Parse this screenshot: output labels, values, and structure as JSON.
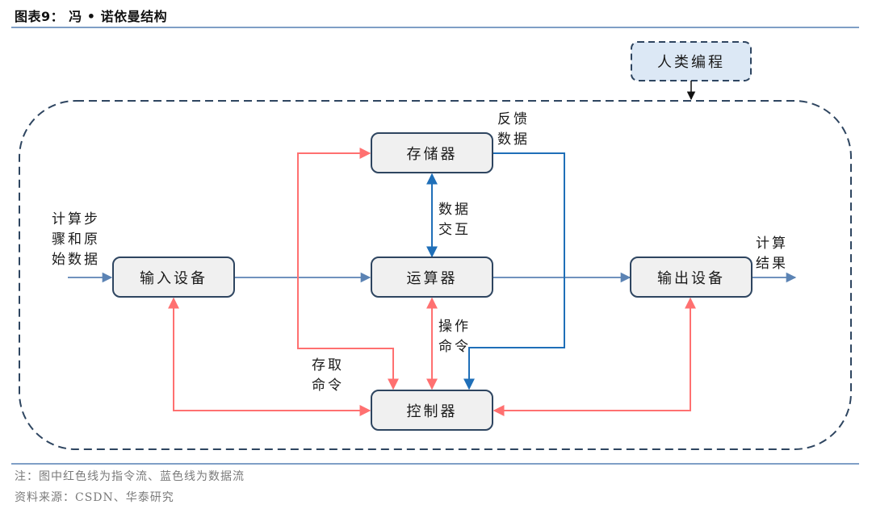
{
  "header": {
    "title": "图表9：  冯 • 诺依曼结构"
  },
  "diagram": {
    "colors": {
      "instruction_flow": "#ff7070",
      "data_flow": "#1f6fb8",
      "io_flow": "#5b83b4",
      "box_border": "#2e4560",
      "box_fill": "#f0f0f0",
      "programming_fill": "#dce8f5",
      "frame": "#2e4560"
    },
    "nodes": {
      "human_programming": "人类编程",
      "memory": "存储器",
      "alu": "运算器",
      "input": "输入设备",
      "output": "输出设备",
      "controller": "控制器"
    },
    "labels": {
      "input_line1": "计算步",
      "input_line2": "骤和原",
      "input_line3": "始数据",
      "output_line1": "计算",
      "output_line2": "结果",
      "feedback_line1": "反馈",
      "feedback_line2": "数据",
      "exchange_line1": "数据",
      "exchange_line2": "交互",
      "operate_line1": "操作",
      "operate_line2": "命令",
      "access_line1": "存取",
      "access_line2": "命令"
    },
    "edges": [
      {
        "from": "human_programming",
        "to": "frame",
        "type": "programming"
      },
      {
        "from": "external",
        "to": "input",
        "type": "io"
      },
      {
        "from": "input",
        "to": "alu",
        "type": "io"
      },
      {
        "from": "alu",
        "to": "output",
        "type": "io"
      },
      {
        "from": "output",
        "to": "external",
        "type": "io"
      },
      {
        "from": "memory",
        "to": "alu",
        "type": "data",
        "bidirectional": true
      },
      {
        "from": "memory",
        "to": "controller",
        "type": "data"
      },
      {
        "from": "controller",
        "to": "memory",
        "type": "instruction"
      },
      {
        "from": "controller",
        "to": "alu",
        "type": "instruction",
        "bidirectional": true
      },
      {
        "from": "controller",
        "to": "input",
        "type": "instruction",
        "bidirectional": true
      },
      {
        "from": "controller",
        "to": "output",
        "type": "instruction",
        "bidirectional": true
      }
    ]
  },
  "footer": {
    "note": "注：图中红色线为指令流、蓝色线为数据流",
    "source": "资料来源：CSDN、华泰研究"
  }
}
